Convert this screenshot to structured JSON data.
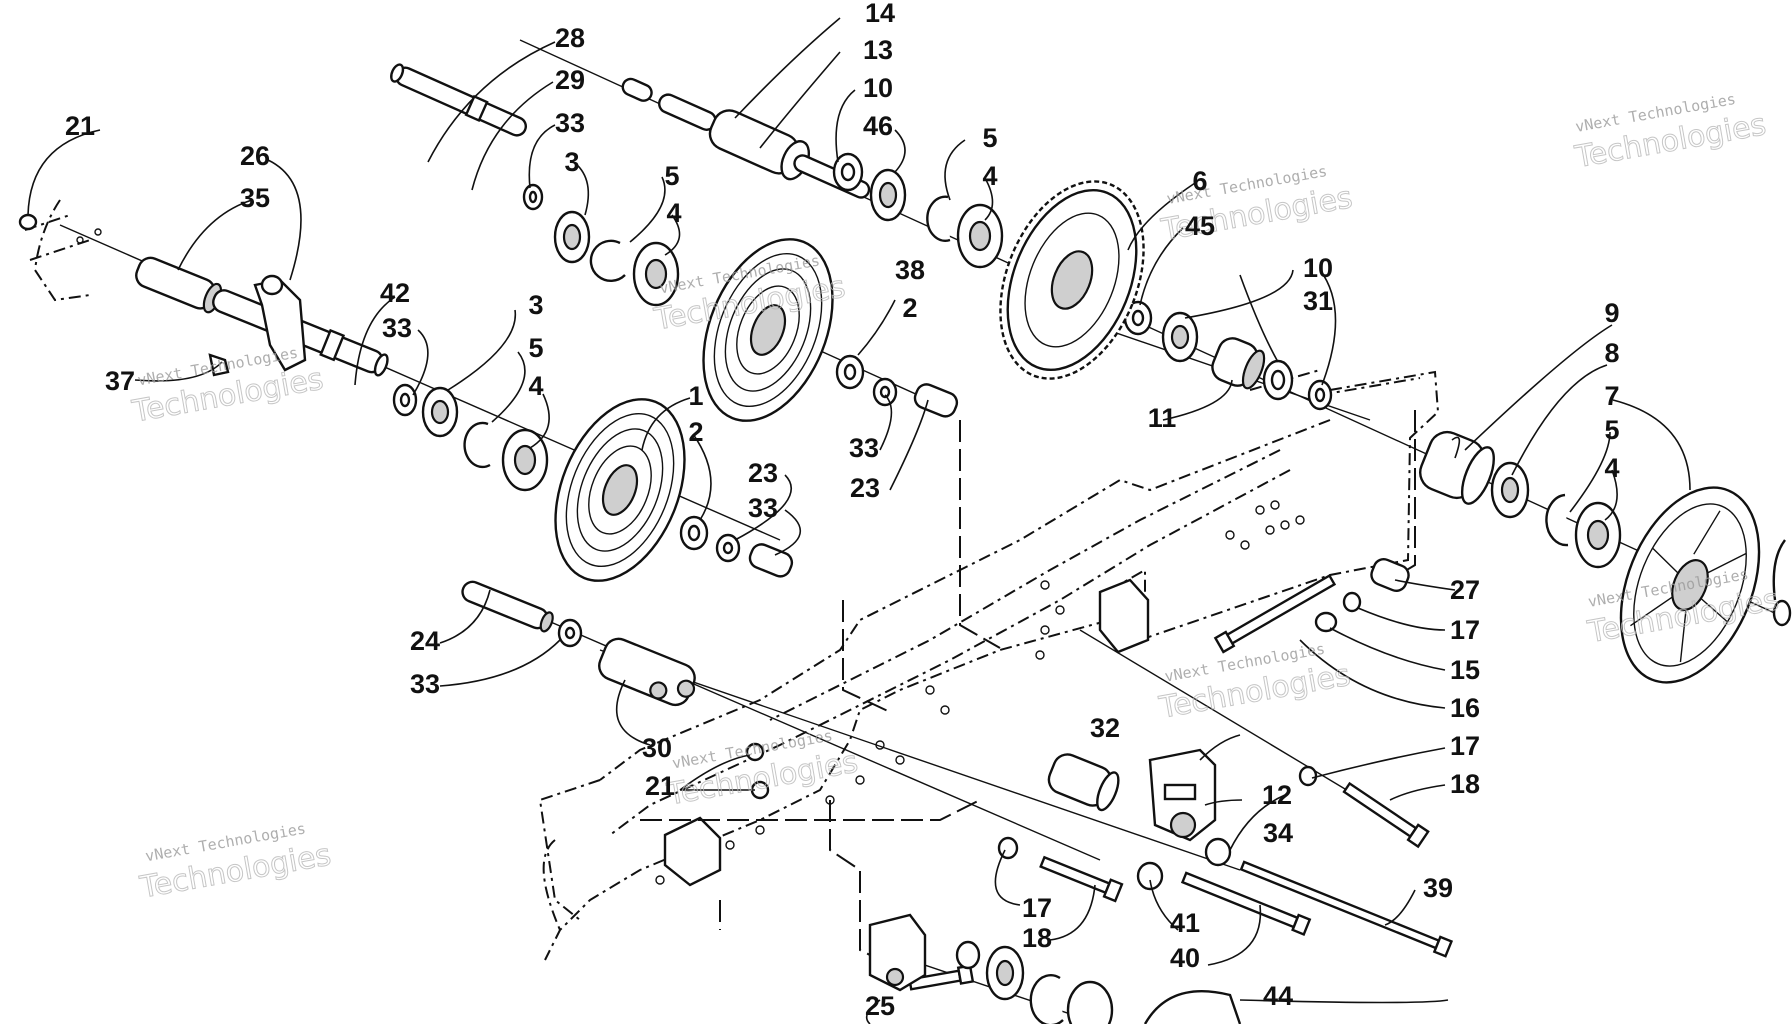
{
  "diagram": {
    "watermark": {
      "line1": "vNext Technologies",
      "line2": "Technologies"
    },
    "callouts": [
      {
        "id": "c1",
        "text": "1"
      },
      {
        "id": "c2a",
        "text": "2"
      },
      {
        "id": "c2b",
        "text": "2"
      },
      {
        "id": "c3a",
        "text": "3"
      },
      {
        "id": "c3b",
        "text": "3"
      },
      {
        "id": "c4a",
        "text": "4"
      },
      {
        "id": "c4b",
        "text": "4"
      },
      {
        "id": "c4c",
        "text": "4"
      },
      {
        "id": "c4d",
        "text": "4"
      },
      {
        "id": "c5a",
        "text": "5"
      },
      {
        "id": "c5b",
        "text": "5"
      },
      {
        "id": "c5c",
        "text": "5"
      },
      {
        "id": "c5d",
        "text": "5"
      },
      {
        "id": "c6",
        "text": "6"
      },
      {
        "id": "c7",
        "text": "7"
      },
      {
        "id": "c8",
        "text": "8"
      },
      {
        "id": "c9",
        "text": "9"
      },
      {
        "id": "c10a",
        "text": "10"
      },
      {
        "id": "c10b",
        "text": "10"
      },
      {
        "id": "c11",
        "text": "11"
      },
      {
        "id": "c12",
        "text": "12"
      },
      {
        "id": "c13",
        "text": "13"
      },
      {
        "id": "c14",
        "text": "14"
      },
      {
        "id": "c15",
        "text": "15"
      },
      {
        "id": "c16",
        "text": "16"
      },
      {
        "id": "c17a",
        "text": "17"
      },
      {
        "id": "c17b",
        "text": "17"
      },
      {
        "id": "c17c",
        "text": "17"
      },
      {
        "id": "c18a",
        "text": "18"
      },
      {
        "id": "c18b",
        "text": "18"
      },
      {
        "id": "c21a",
        "text": "21"
      },
      {
        "id": "c21b",
        "text": "21"
      },
      {
        "id": "c23a",
        "text": "23"
      },
      {
        "id": "c23b",
        "text": "23"
      },
      {
        "id": "c24",
        "text": "24"
      },
      {
        "id": "c25",
        "text": "25"
      },
      {
        "id": "c26",
        "text": "26"
      },
      {
        "id": "c27",
        "text": "27"
      },
      {
        "id": "c28",
        "text": "28"
      },
      {
        "id": "c29",
        "text": "29"
      },
      {
        "id": "c30",
        "text": "30"
      },
      {
        "id": "c31",
        "text": "31"
      },
      {
        "id": "c32",
        "text": "32"
      },
      {
        "id": "c33a",
        "text": "33"
      },
      {
        "id": "c33b",
        "text": "33"
      },
      {
        "id": "c33c",
        "text": "33"
      },
      {
        "id": "c33d",
        "text": "33"
      },
      {
        "id": "c33e",
        "text": "33"
      },
      {
        "id": "c34",
        "text": "34"
      },
      {
        "id": "c35",
        "text": "35"
      },
      {
        "id": "c37",
        "text": "37"
      },
      {
        "id": "c38",
        "text": "38"
      },
      {
        "id": "c39",
        "text": "39"
      },
      {
        "id": "c40",
        "text": "40"
      },
      {
        "id": "c41",
        "text": "41"
      },
      {
        "id": "c42",
        "text": "42"
      },
      {
        "id": "c44",
        "text": "44"
      },
      {
        "id": "c45",
        "text": "45"
      },
      {
        "id": "c46",
        "text": "46"
      }
    ]
  }
}
